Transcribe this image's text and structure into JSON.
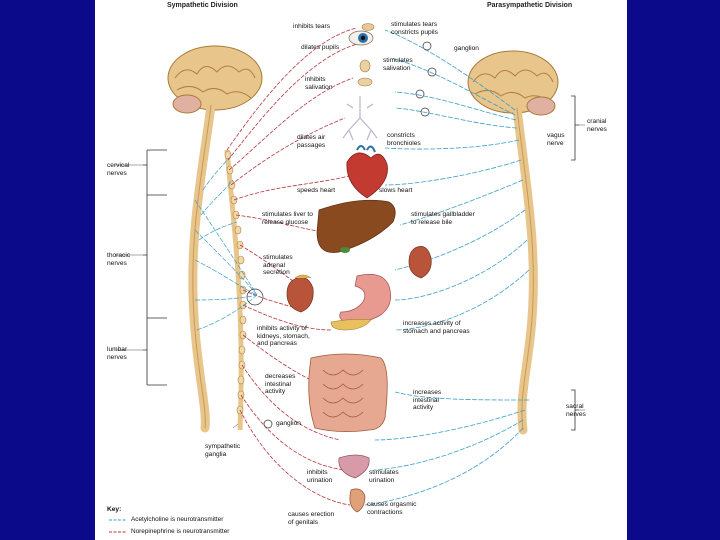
{
  "headers": {
    "sympathetic": "Sympathetic Division",
    "parasympathetic": "Parasympathetic Division"
  },
  "sympathetic_labels": {
    "inhibits_tears": "inhibits tears",
    "dilates_pupils": "dilates pupils",
    "inhibits_salivation": "inhibits\nsalivation",
    "dilates_air_passages": "dilates air\npassages",
    "speeds_heart": "speeds heart",
    "liver": "stimulates liver to\nrelease glucose",
    "adrenal": "stimulates\nadrenal\nsecretion",
    "inhibits_activity": "inhibits activity of\nkidneys, stomach,\nand pancreas",
    "intestinal": "decreases\nintestinal\nactivity",
    "ganglion": "ganglion",
    "inhibits_urination": "inhibits\nurination",
    "genitals": "causes erection\nof genitals"
  },
  "parasympathetic_labels": {
    "tears_pupils": "stimulates tears\nconstricts pupils",
    "ganglion": "ganglion",
    "salivation": "stimulates\nsalivation",
    "bronchioles": "constricts\nbronchioles",
    "slows_heart": "slows heart",
    "gallbladder": "stimulates gallbladder\nto release bile",
    "stomach_pancreas": "increases activity of\nstomach and pancreas",
    "intestinal": "increases\nintestinal\nactivity",
    "urination": "stimulates\nurination",
    "orgasmic": "causes orgasmic\ncontractions"
  },
  "nerve_labels": {
    "cervical": "cervical\nnerves",
    "thoracic": "thoracic\nnerves",
    "lumbar": "lumbar\nnerves",
    "cranial": "cranial\nnerves",
    "vagus": "vagus\nnerve",
    "sacral": "sacral\nnerves",
    "sympathetic_ganglia": "sympathetic\nganglia"
  },
  "key": {
    "title": "Key:",
    "acetylcholine": "Acetylcholine is neurotransmitter",
    "norepinephrine": "Norepinephrine is neurotransmitter"
  },
  "colors": {
    "background": "#0a0a8a",
    "parasympathetic_nerve": "#3a9fc8",
    "sympathetic_nerve": "#b8343a",
    "brain": "#e8c58a",
    "liver": "#8a4a20",
    "heart": "#c23a30"
  }
}
